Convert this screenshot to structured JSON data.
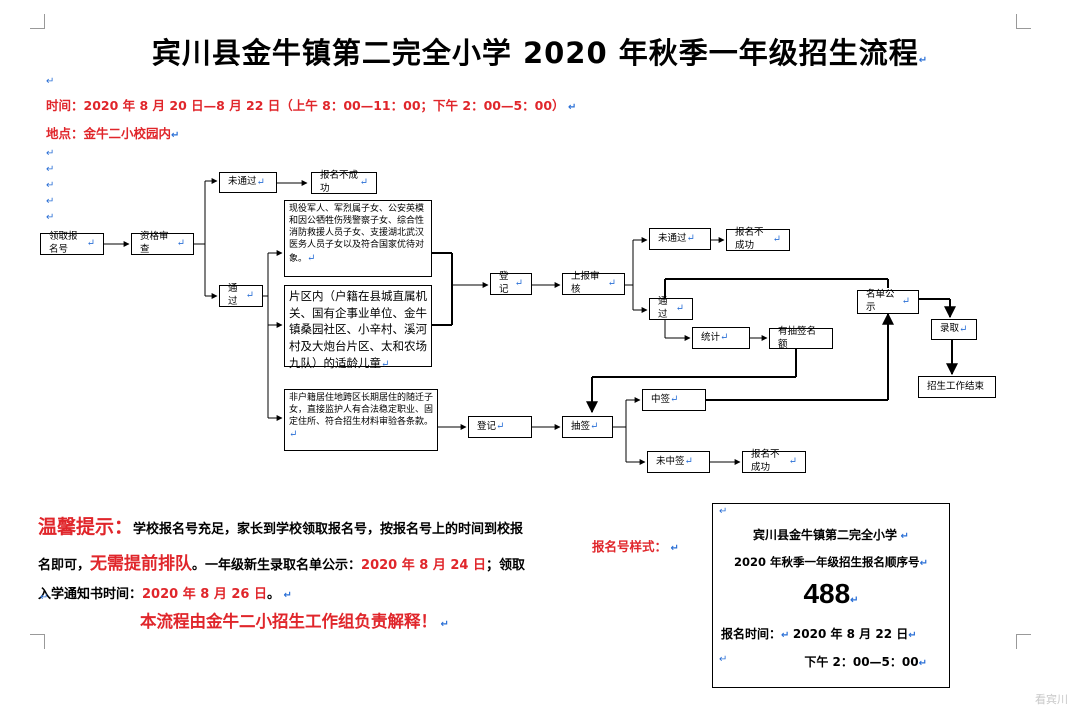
{
  "title": "宾川县金牛镇第二完全小学 2020 年秋季一年级招生流程",
  "time_line": "时间：2020 年 8 月 20 日—8 月 22 日（上午 8：00—11：00；下午 2：00—5：00）",
  "place_line": "地点：金牛二小校园内",
  "flow": {
    "get_number": "领取报名号",
    "qualify": "资格审查",
    "fail_1": "未通过",
    "unsuccessful_1": "报名不成功",
    "pass_1": "通过",
    "priority": "现役军人、军烈属子女、公安英模和因公牺牲伤残警察子女、综合性消防救援人员子女、支援湖北武汉医务人员子女以及符合国家优待对象。",
    "district": "片区内（户籍在县城直属机关、国有企事业单位、金牛镇桑园社区、小辛村、溪河村及大炮台片区、太和农场九队）的适龄儿童",
    "non_local": "非户籍居住地跨区长期居住的随迁子女，直接监护人有合法稳定职业、固定住所、符合招生材料审验各条款。",
    "register_1": "登记",
    "report": "上报审核",
    "fail_2": "未通过",
    "unsuccessful_2": "报名不成功",
    "pass_2": "通过",
    "stats": "统计",
    "lottery_quota": "有抽签名额",
    "roster": "名单公示",
    "admit": "录取",
    "end": "招生工作结束",
    "register_2": "登记",
    "lottery": "抽签",
    "win": "中签",
    "lose": "未中签",
    "unsuccessful_3": "报名不成功"
  },
  "tip": {
    "heading": "温馨提示：",
    "part1": "学校报名号充足，家长到学校领取报名号，按报名号上的时间到校报名即可，",
    "no_queue": "无需提前排队",
    "part2": "。一年级新生录取名单公示：",
    "date1": "2020 年 8 月 24 日",
    "part3": "；领取入学通知书时间：",
    "date2": "2020 年 8 月 26 日",
    "part4": "。"
  },
  "footer": "本流程由金牛二小招生工作组负责解释！",
  "sample": {
    "label": "报名号样式：",
    "school": "宾川县金牛镇第二完全小学",
    "subtitle": "2020 年秋季一年级招生报名顺序号",
    "number": "488",
    "time_label": "报名时间：",
    "date": "2020 年 8 月 22 日",
    "slot": "下午 2：00—5：00"
  },
  "watermark": "看宾川",
  "colors": {
    "accent_red": "#e0262b",
    "mark_blue": "#2a6fd6"
  }
}
